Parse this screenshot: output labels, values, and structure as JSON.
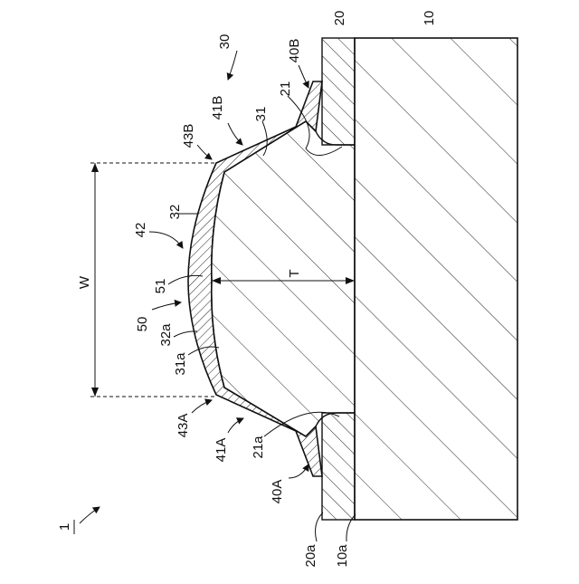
{
  "figure": {
    "rotation_deg": -90,
    "labels": {
      "l1": "1",
      "l10": "10",
      "l10a": "10a",
      "l20": "20",
      "l20a": "20a",
      "l21": "21",
      "l21a": "21a",
      "l30": "30",
      "l31": "31",
      "l31a": "31a",
      "l32": "32",
      "l32a": "32a",
      "l40A": "40A",
      "l40B": "40B",
      "l41A": "41A",
      "l41B": "41B",
      "l42": "42",
      "l43A": "43A",
      "l43B": "43B",
      "l50": "50",
      "l51": "51",
      "lT": "T",
      "lW": "W"
    }
  }
}
